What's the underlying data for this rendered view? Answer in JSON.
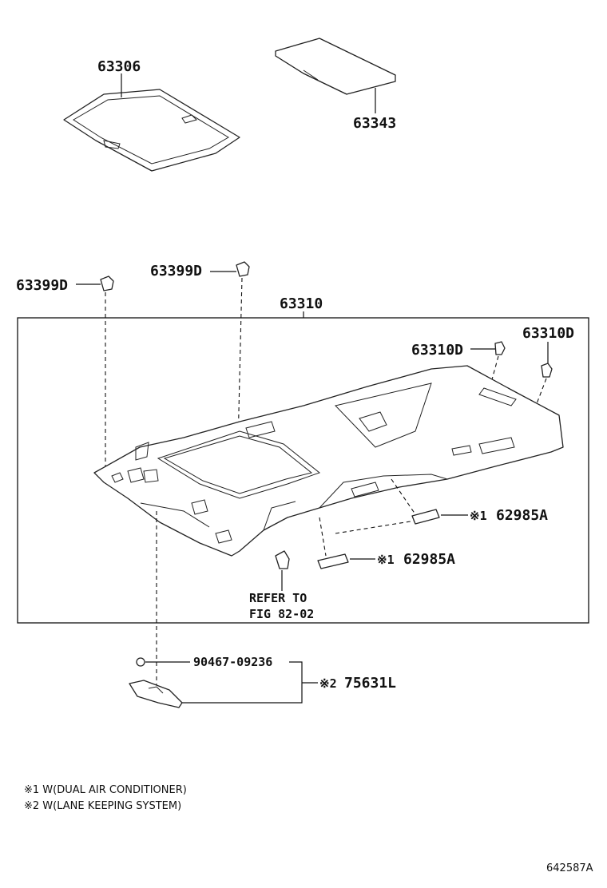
{
  "parts": {
    "sunshade": "63306",
    "pad": "63343",
    "clip_left": "63399D",
    "clip_center": "63399D",
    "headliner": "63310",
    "clip_right_a": "63310D",
    "clip_right_b": "63310D",
    "lamp_upper_mark": "※1",
    "lamp_upper": "62985A",
    "lamp_lower_mark": "※1",
    "lamp_lower": "62985A",
    "refer_line1": "REFER TO",
    "refer_line2": "FIG 82-02",
    "screw": "90467-09236",
    "cover_mark": "※2",
    "cover": "75631L"
  },
  "notes": {
    "note1": "※1 W(DUAL AIR CONDITIONER)",
    "note2": "※2 W(LANE KEEPING SYSTEM)"
  },
  "drawing_code": "642587A"
}
